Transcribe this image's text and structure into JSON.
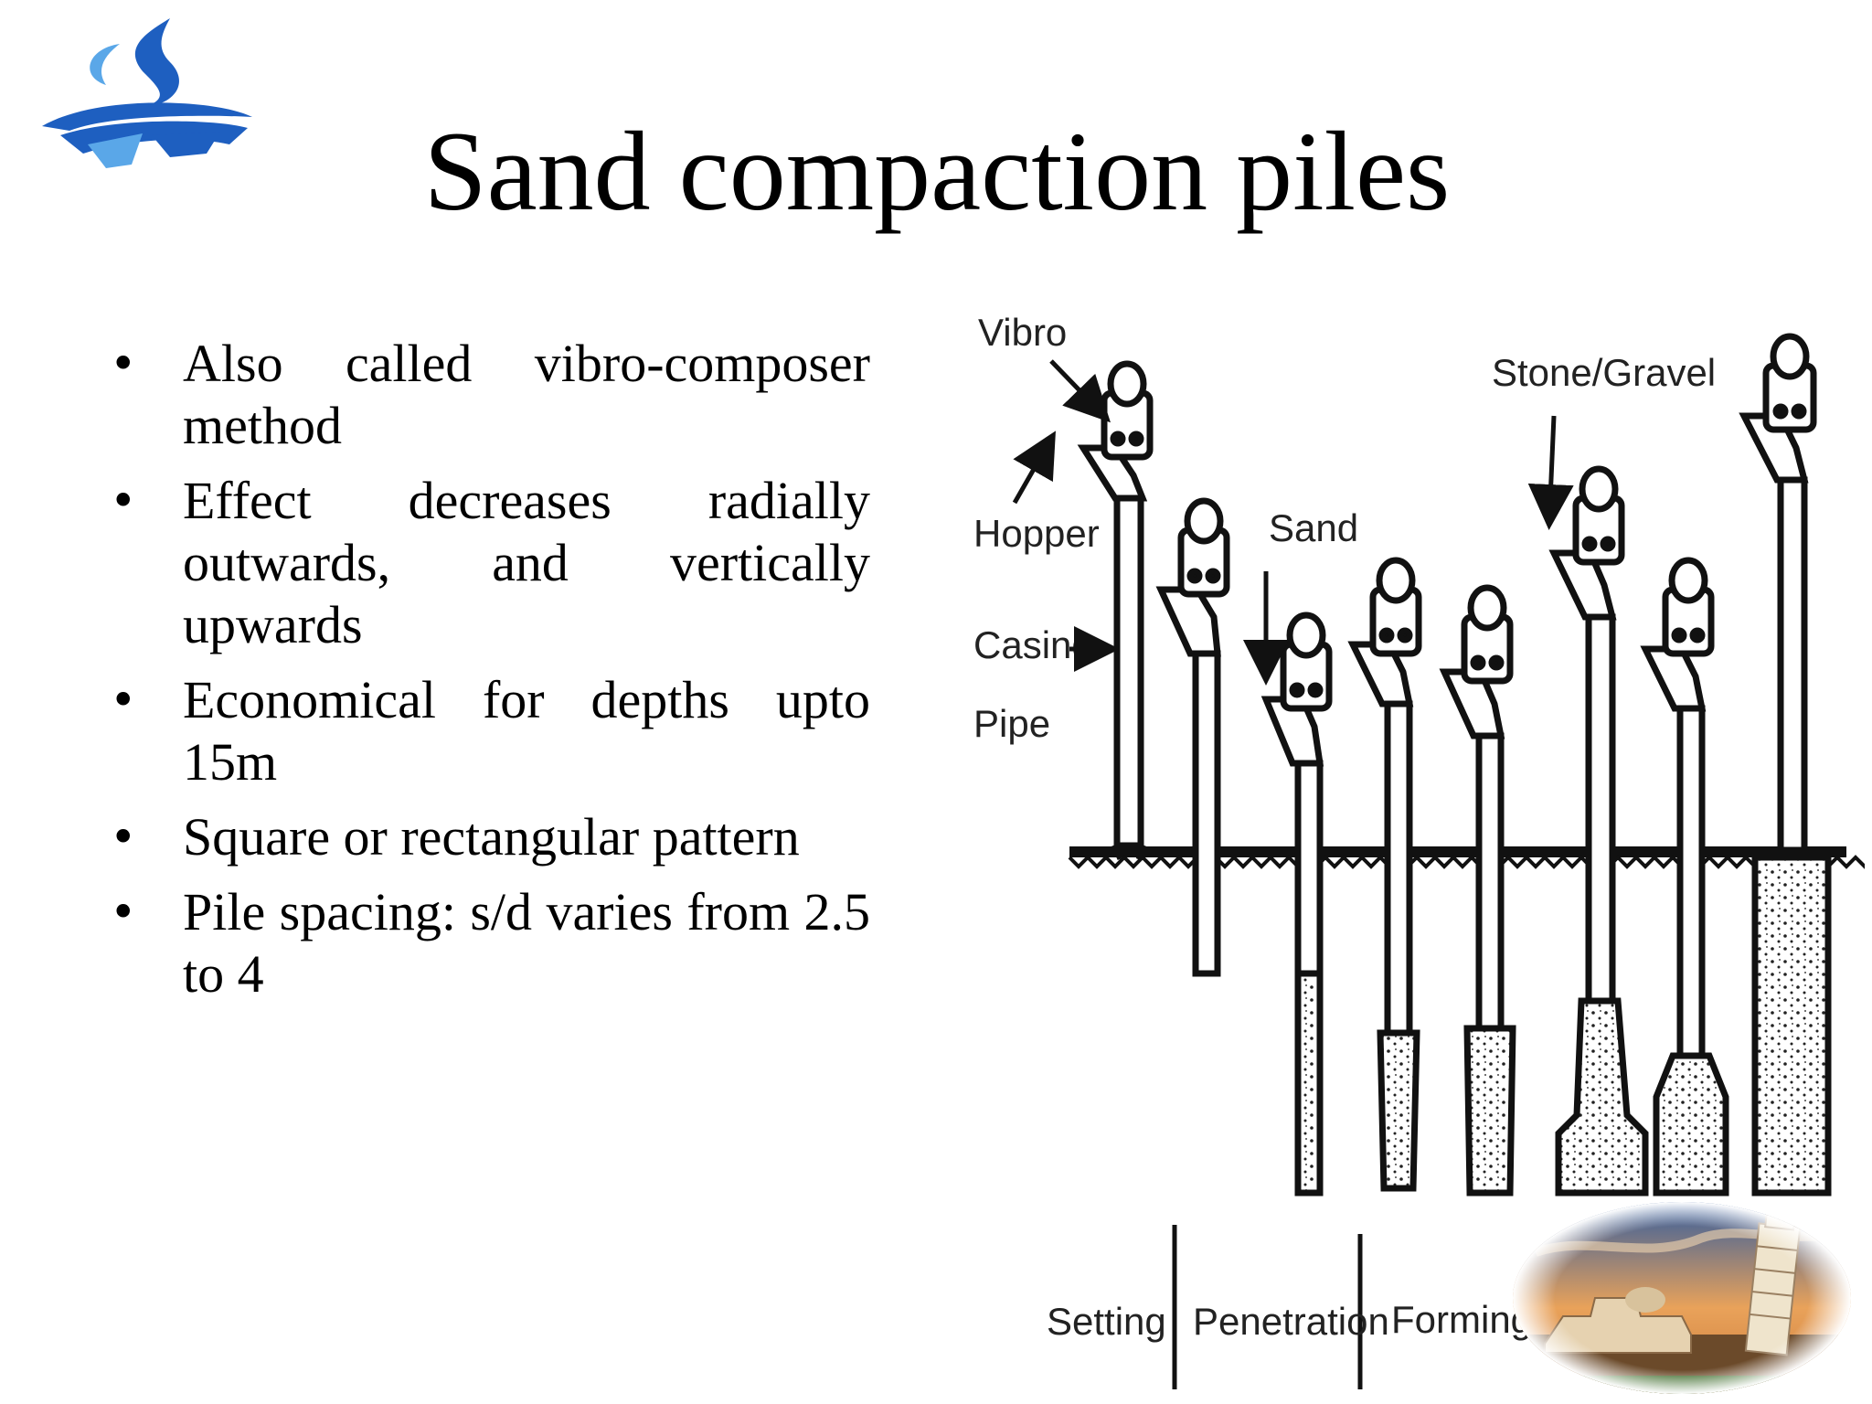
{
  "slide": {
    "title": "Sand compaction piles",
    "bullets": [
      "Also called vibro-composer method",
      "Effect decreases radially outwards, and vertically upwards",
      "Economical for depths upto 15m",
      "Square or rectangular pattern",
      "Pile spacing: s/d varies from 2.5 to 4"
    ],
    "bullet_symbol": "•"
  },
  "figure": {
    "labels": {
      "vibro": "Vibro",
      "hopper": "Hopper",
      "casing": "Casing",
      "pipe": "Pipe",
      "sand": "Sand",
      "stone_gravel": "Stone/Gravel"
    },
    "stages": [
      "Setting",
      "Penetration",
      "Forming the"
    ]
  },
  "colors": {
    "logo_blue": "#1e5fc0",
    "logo_light": "#5aa7e8",
    "ink": "#111111"
  }
}
